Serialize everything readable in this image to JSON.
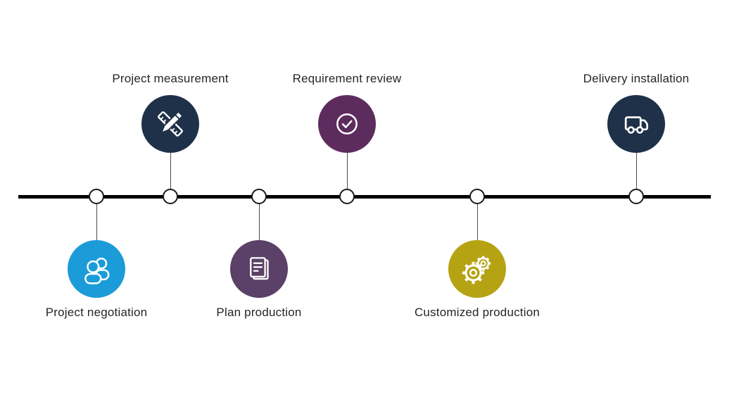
{
  "diagram": {
    "type": "horizontal-timeline-process",
    "background_color": "#ffffff",
    "line_color": "#000000",
    "node_fill": "#ffffff",
    "node_border_color": "#1a1a1a",
    "connector_color": "#4d4d4d",
    "label_color": "#262626",
    "steps": [
      {
        "label": "Project negotiation",
        "icon": "people-icon",
        "color": "#1b9cd8",
        "side": "below"
      },
      {
        "label": "Project measurement",
        "icon": "ruler-pencil-icon",
        "color": "#1f3149",
        "side": "above"
      },
      {
        "label": "Plan production",
        "icon": "document-icon",
        "color": "#5b4067",
        "side": "below"
      },
      {
        "label": "Requirement review",
        "icon": "check-circle-icon",
        "color": "#5d2c5f",
        "side": "above"
      },
      {
        "label": "Customized production",
        "icon": "gears-icon",
        "color": "#b5a313",
        "side": "below"
      },
      {
        "label": "Delivery installation",
        "icon": "truck-icon",
        "color": "#1f3149",
        "side": "above"
      }
    ]
  }
}
